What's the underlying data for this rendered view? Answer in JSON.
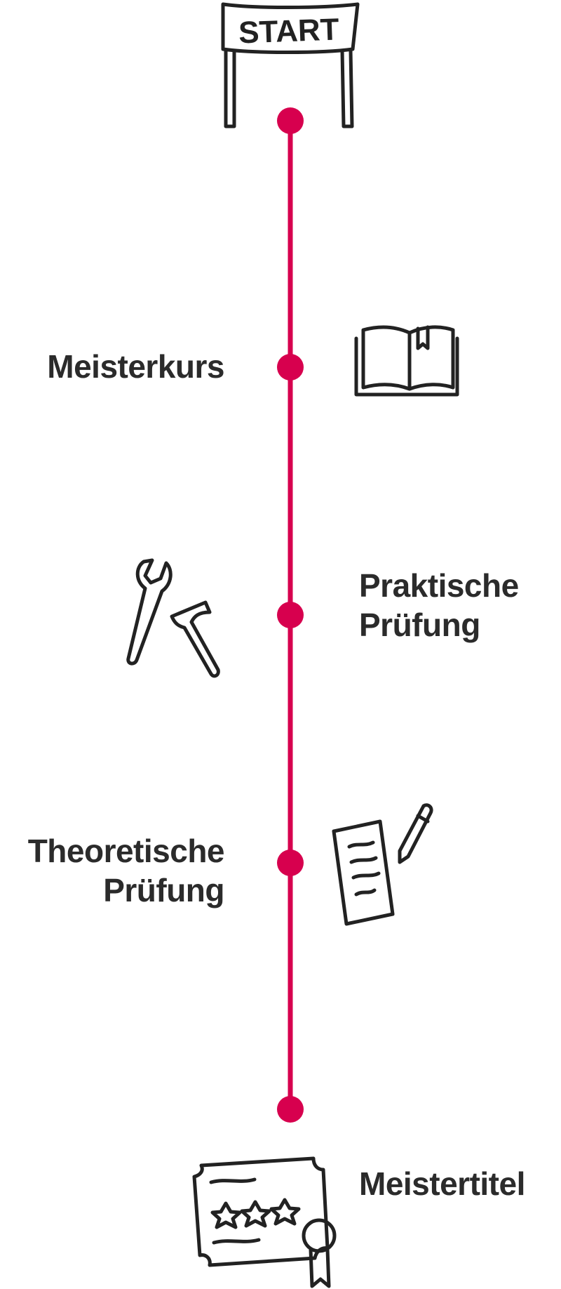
{
  "accent_color": "#d7004e",
  "text_color": "#2b2b2b",
  "start_banner": {
    "text": "START",
    "icon": "start-banner-icon"
  },
  "steps": [
    {
      "id": "start",
      "lines": []
    },
    {
      "id": "meisterkurs",
      "lines": [
        "Meisterkurs"
      ],
      "side": "left",
      "icon": "book-icon"
    },
    {
      "id": "praktische",
      "lines": [
        "Praktische",
        "Prüfung"
      ],
      "side": "right",
      "icon": "tools-icon"
    },
    {
      "id": "theoretische",
      "lines": [
        "Theoretische",
        "Prüfung"
      ],
      "side": "left",
      "icon": "document-pencil-icon"
    },
    {
      "id": "meistertitel",
      "lines": [
        "Meistertitel"
      ],
      "side": "right",
      "icon": "certificate-icon"
    }
  ]
}
